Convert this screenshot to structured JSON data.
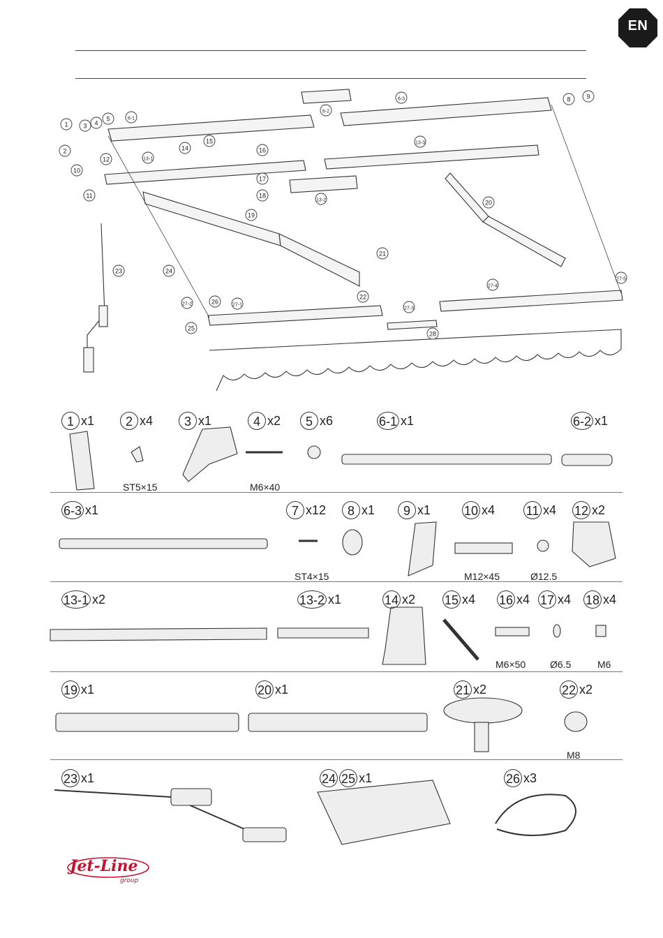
{
  "language_badge": "EN",
  "diagram_labels": [
    "1",
    "2",
    "3",
    "4",
    "5",
    "6-1",
    "6-2",
    "6-3",
    "8",
    "9",
    "10",
    "11",
    "12",
    "13-1",
    "13-2",
    "13-3",
    "14",
    "15",
    "16",
    "17",
    "18",
    "19",
    "20",
    "21",
    "22",
    "23",
    "24",
    "25",
    "26",
    "27-1",
    "27-2",
    "27-3",
    "27-4",
    "27-5",
    "28"
  ],
  "parts": [
    {
      "num": "1",
      "qty": "x1",
      "spec": ""
    },
    {
      "num": "2",
      "qty": "x4",
      "spec": "ST5×15"
    },
    {
      "num": "3",
      "qty": "x1",
      "spec": ""
    },
    {
      "num": "4",
      "qty": "x2",
      "spec": "M6×40"
    },
    {
      "num": "5",
      "qty": "x6",
      "spec": ""
    },
    {
      "num": "6-1",
      "qty": "x1",
      "spec": ""
    },
    {
      "num": "6-2",
      "qty": "x1",
      "spec": ""
    },
    {
      "num": "6-3",
      "qty": "x1",
      "spec": ""
    },
    {
      "num": "7",
      "qty": "x12",
      "spec": "ST4×15"
    },
    {
      "num": "8",
      "qty": "x1",
      "spec": ""
    },
    {
      "num": "9",
      "qty": "x1",
      "spec": ""
    },
    {
      "num": "10",
      "qty": "x4",
      "spec": "M12×45"
    },
    {
      "num": "11",
      "qty": "x4",
      "spec": "Ø12.5"
    },
    {
      "num": "12",
      "qty": "x2",
      "spec": ""
    },
    {
      "num": "13-1",
      "qty": "x2",
      "spec": ""
    },
    {
      "num": "13-2",
      "qty": "x1",
      "spec": ""
    },
    {
      "num": "14",
      "qty": "x2",
      "spec": ""
    },
    {
      "num": "15",
      "qty": "x4",
      "spec": ""
    },
    {
      "num": "16",
      "qty": "x4",
      "spec": "M6×50"
    },
    {
      "num": "17",
      "qty": "x4",
      "spec": "Ø6.5"
    },
    {
      "num": "18",
      "qty": "x4",
      "spec": "M6"
    },
    {
      "num": "19",
      "qty": "x1",
      "spec": ""
    },
    {
      "num": "20",
      "qty": "x1",
      "spec": ""
    },
    {
      "num": "21",
      "qty": "x2",
      "spec": ""
    },
    {
      "num": "22",
      "qty": "x2",
      "spec": "M8"
    },
    {
      "num": "23",
      "qty": "x1",
      "spec": ""
    },
    {
      "num": "24 25",
      "qty": "x1",
      "spec": ""
    },
    {
      "num": "26",
      "qty": "x3",
      "spec": ""
    }
  ],
  "logo": {
    "name": "Jet-Line",
    "sub": "group"
  }
}
